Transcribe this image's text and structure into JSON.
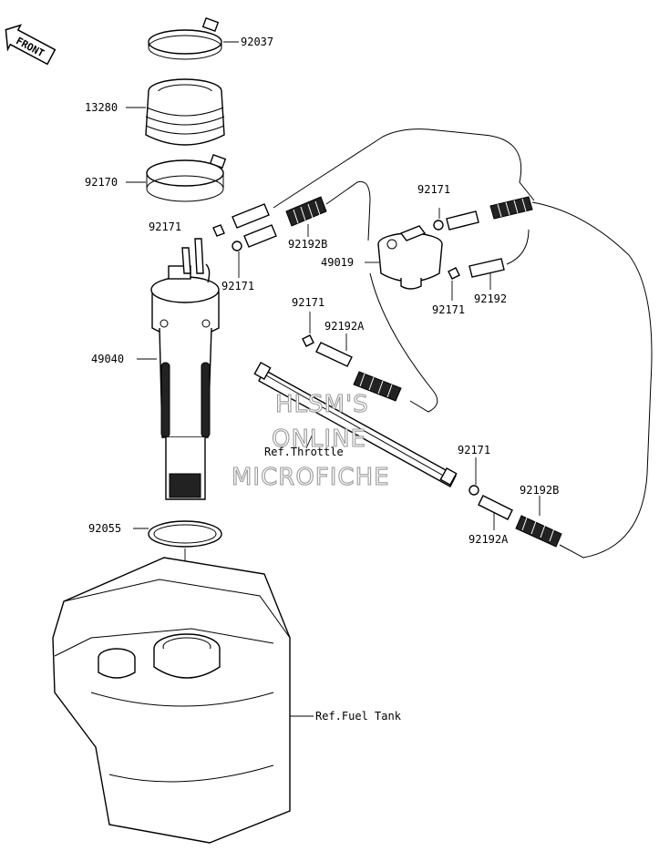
{
  "front_badge": "FRONT",
  "callouts": {
    "c92037": "92037",
    "c13280": "13280",
    "c92170": "92170",
    "c92171_a": "92171",
    "c92171_b": "92171",
    "c92192B_a": "92192B",
    "c92171_c": "92171",
    "c49019": "49019",
    "c92171_d": "92171",
    "c92192": "92192",
    "c92171_e": "92171",
    "c92192A_a": "92192A",
    "c49040": "49040",
    "c92171_f": "92171",
    "c92192B_b": "92192B",
    "c92192A_b": "92192A",
    "c92055": "92055"
  },
  "references": {
    "throttle": "Ref.Throttle",
    "fuel_tank": "Ref.Fuel Tank"
  },
  "watermark": {
    "line1": "HLSM'S",
    "line2": "ONLINE",
    "line3": "MICROFICHE"
  }
}
